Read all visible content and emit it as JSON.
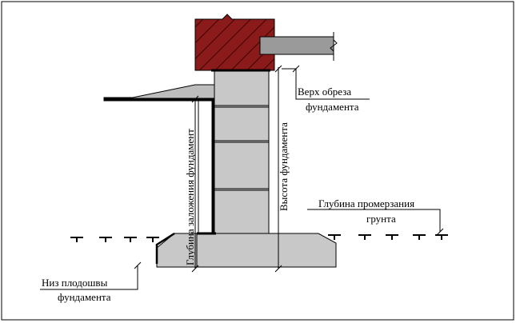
{
  "labels": {
    "top_of_foundation_line1": "Верх обреза",
    "top_of_foundation_line2": "фундамента",
    "foundation_depth": "Глубина заложения фундамент",
    "foundation_height": "Высота фундамента",
    "frost_depth_line1": "Глубина промерзания",
    "frost_depth_line2": "грунта",
    "base_bottom_line1": "Низ плодошвы",
    "base_bottom_line2": "фундамента"
  },
  "colors": {
    "brick": "#8b1a1a",
    "concrete": "#c8c8c8",
    "slab": "#9a9a9a",
    "line": "#000000"
  }
}
